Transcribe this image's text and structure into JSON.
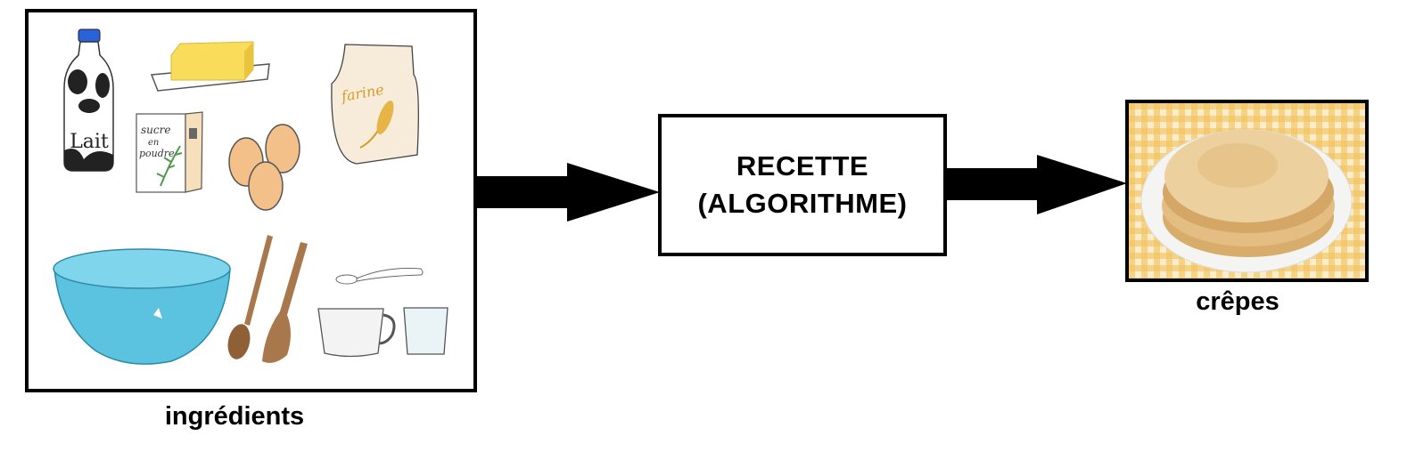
{
  "ingredients": {
    "label": "ingrédients",
    "items": {
      "milk": "Lait",
      "sugar_line1": "sucre",
      "sugar_line2": "en",
      "sugar_line3": "poudre",
      "flour": "farine"
    }
  },
  "recipe": {
    "line1": "RECETTE",
    "line2": "(ALGORITHME)"
  },
  "result": {
    "label": "crêpes"
  },
  "colors": {
    "border": "#000000",
    "bowl": "#5bc3e0",
    "butter": "#f8dc5a",
    "egg": "#f4c08a",
    "wood": "#a8784c",
    "gingham": "#f3c25a",
    "crepe": "#e9c98e"
  }
}
